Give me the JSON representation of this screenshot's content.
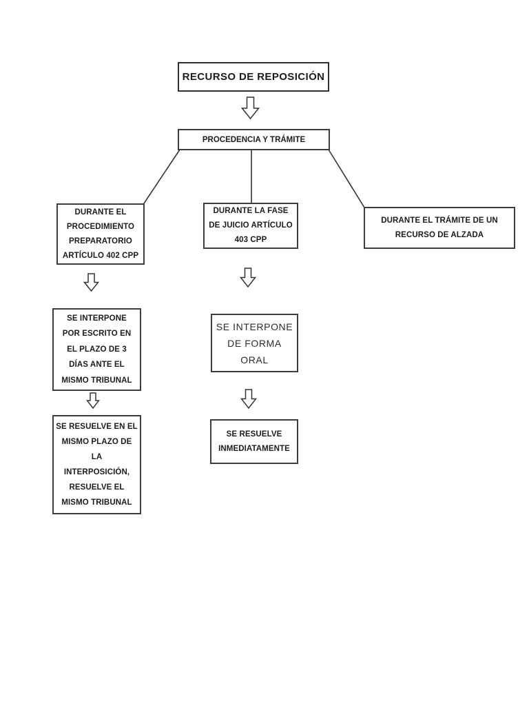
{
  "colors": {
    "background": "#ffffff",
    "ink": "#1c1c1c",
    "box_border": "#3c3c3c",
    "connector": "#333333"
  },
  "diagram": {
    "title": "RECURSO DE REPOSICIÓN",
    "procedencia": "PROCEDENCIA Y TRÁMITE",
    "branch_preparatorio": {
      "lines": [
        "DURANTE EL",
        "PROCEDIMIENTO",
        "PREPARATORIO",
        "ARTÍCULO 402 CPP"
      ]
    },
    "branch_juicio": {
      "lines": [
        "DURANTE LA FASE",
        "DE JUICIO ARTÍCULO",
        "403 CPP"
      ]
    },
    "branch_alzada": {
      "lines": [
        "DURANTE EL TRÁMITE DE UN",
        "RECURSO DE ALZADA"
      ]
    },
    "interpone_escrito": {
      "lines": [
        "SE INTERPONE",
        "POR ESCRITO EN",
        "EL PLAZO DE 3",
        "DÍAS ANTE EL",
        "MISMO TRIBUNAL"
      ]
    },
    "interpone_oral": {
      "lines": [
        "SE INTERPONE",
        "DE FORMA",
        "ORAL"
      ]
    },
    "resuelve_escrito": {
      "lines": [
        "SE RESUELVE EN EL",
        "MISMO PLAZO DE",
        "LA",
        "INTERPOSICIÓN,",
        "RESUELVE EL",
        "MISMO TRIBUNAL"
      ]
    },
    "resuelve_oral": {
      "lines": [
        "SE RESUELVE",
        "INMEDIATAMENTE"
      ]
    }
  }
}
